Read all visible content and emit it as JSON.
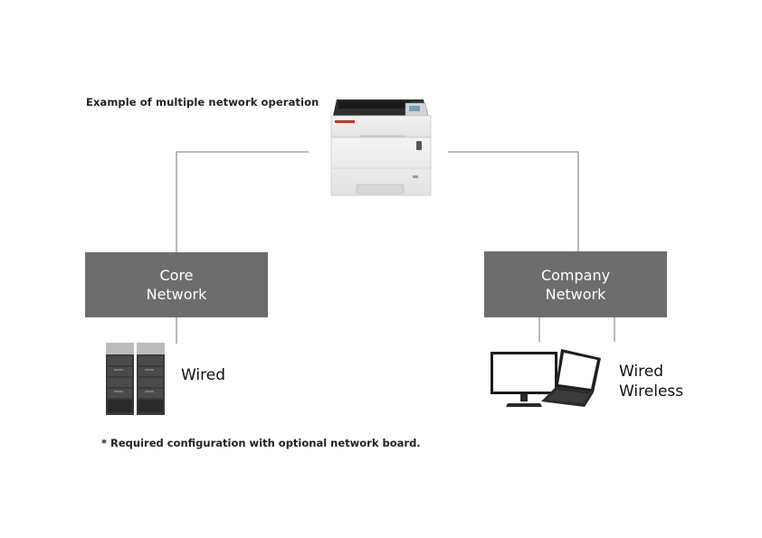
{
  "caption": "Example of multiple network operation",
  "footnote": "* Required configuration with optional network board.",
  "networks": [
    {
      "line1": "Core",
      "line2": "Network"
    },
    {
      "line1": "Company",
      "line2": "Network"
    }
  ],
  "connections": [
    {
      "lines": [
        "Wired"
      ]
    },
    {
      "lines": [
        "Wired",
        "Wireless"
      ]
    }
  ],
  "colors": {
    "box": "#6d6d6d",
    "connector": "#a8a8a8"
  },
  "icons": [
    "printer-icon",
    "server-tower-icon",
    "monitor-icon",
    "laptop-icon"
  ]
}
